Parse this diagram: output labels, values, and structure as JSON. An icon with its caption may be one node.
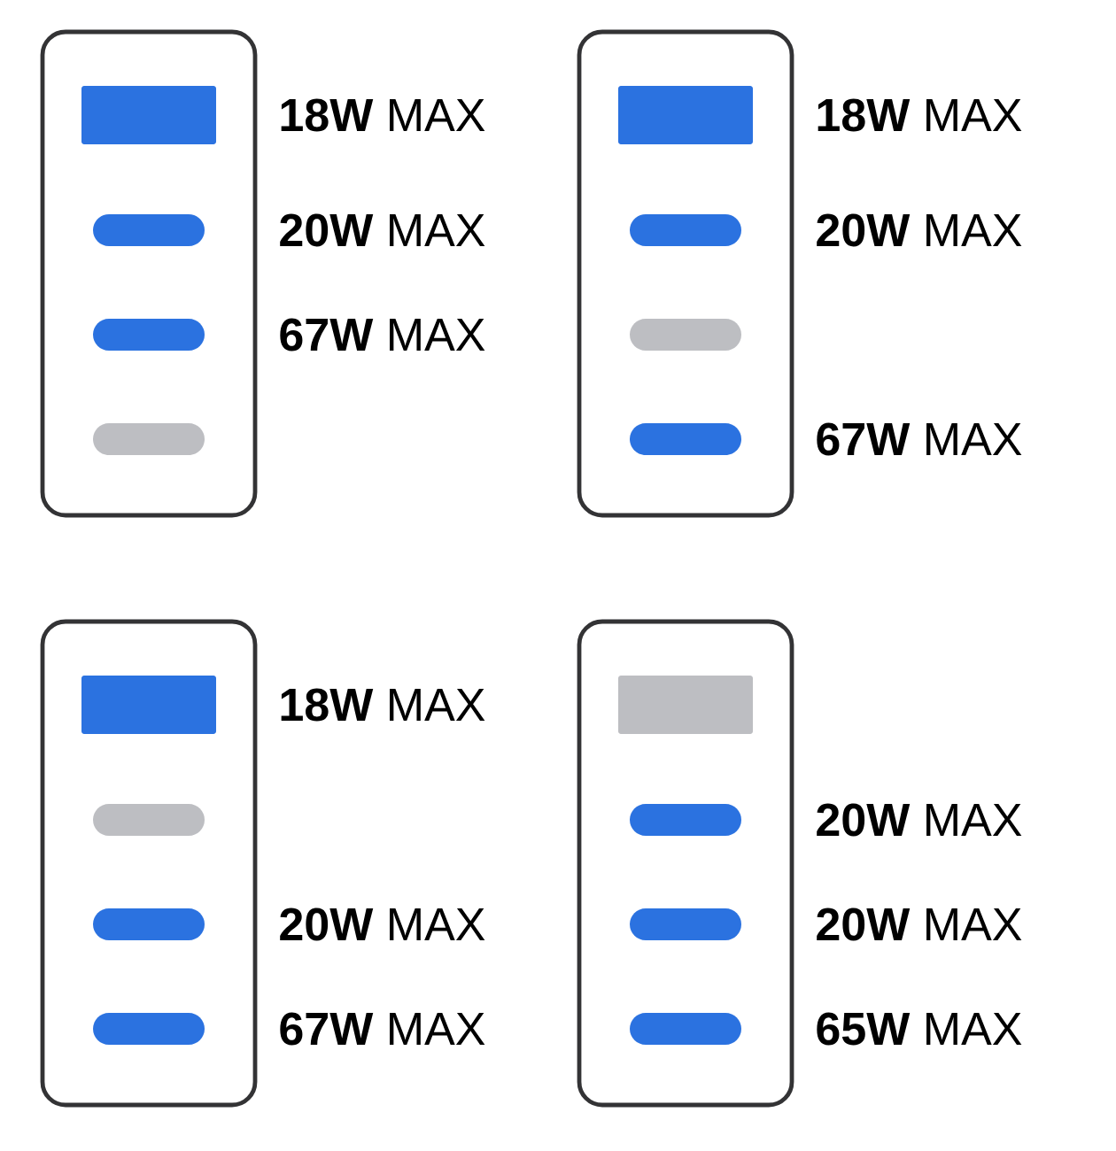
{
  "diagram": {
    "nodes": [
      {
        "text": [],
        "shape": "box"
      },
      {
        "text": [],
        "shape": "box",
        "in": 0,
        "beside": [
          "**18W** MAX"
        ]
      },
      {
        "text": [],
        "shape": "bar",
        "in": 0,
        "beside": [
          "**20W** MAX"
        ]
      },
      {
        "text": [],
        "shape": "bar",
        "in": 0,
        "beside": [
          "**67W** MAX"
        ]
      },
      {
        "text": [],
        "shape": "bar",
        "in": 0
      },
      {
        "text": [],
        "shape": "box"
      },
      {
        "text": [],
        "shape": "box",
        "in": 5,
        "beside": [
          "**18W** MAX"
        ]
      },
      {
        "text": [],
        "shape": "bar",
        "in": 5,
        "beside": [
          "**20W** MAX"
        ]
      },
      {
        "text": [],
        "shape": "bar",
        "in": 5
      },
      {
        "text": [],
        "shape": "bar",
        "in": 5,
        "beside": [
          "**67W** MAX"
        ]
      },
      {
        "text": [],
        "shape": "box"
      },
      {
        "text": [],
        "shape": "box",
        "in": 10,
        "beside": [
          "**18W** MAX"
        ]
      },
      {
        "text": [],
        "shape": "bar",
        "in": 10
      },
      {
        "text": [],
        "shape": "bar",
        "in": 10,
        "beside": [
          "**20W** MAX"
        ]
      },
      {
        "text": [],
        "shape": "bar",
        "in": 10,
        "beside": [
          "**67W** MAX"
        ]
      },
      {
        "text": [],
        "shape": "box"
      },
      {
        "text": [],
        "shape": "box",
        "in": 15
      },
      {
        "text": [],
        "shape": "bar",
        "in": 15,
        "beside": [
          "**20W** MAX"
        ]
      },
      {
        "text": [],
        "shape": "bar",
        "in": 15,
        "beside": [
          "**20W** MAX"
        ]
      },
      {
        "text": [],
        "shape": "bar",
        "in": 15,
        "beside": [
          "**65W** MAX"
        ]
      }
    ]
  }
}
